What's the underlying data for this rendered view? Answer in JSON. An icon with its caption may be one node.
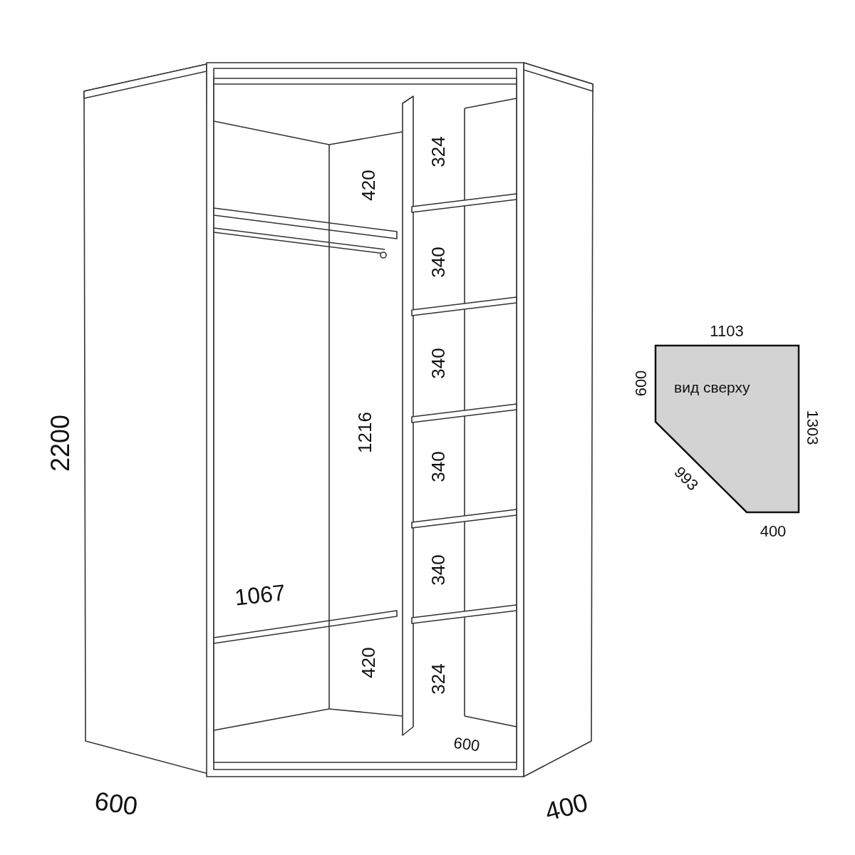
{
  "diagram": {
    "nodes": [
      {
        "text": [
          "вид сверху"
        ]
      }
    ],
    "labels": [
      "2200",
      "324",
      "420",
      "340",
      "340",
      "1216",
      "340",
      "340",
      "1067",
      "420",
      "324",
      "600",
      "600",
      "400",
      "1103",
      "600",
      "1303",
      "993",
      "400"
    ]
  }
}
